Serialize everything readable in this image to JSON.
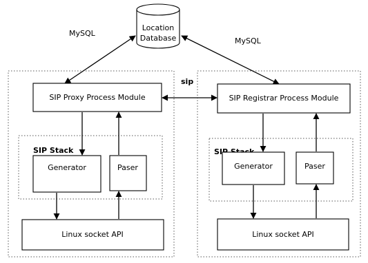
{
  "database": {
    "line1": "Location",
    "line2": "Database"
  },
  "edges": {
    "mysql_left": "MySQL",
    "mysql_right": "MySQL",
    "sip": "sip"
  },
  "left_node": {
    "module": "SIP Proxy Process Module",
    "stack_title": "SIP Stack",
    "generator": "Generator",
    "parser": "Paser",
    "socket": "Linux socket API"
  },
  "right_node": {
    "module": "SIP Registrar Process Module",
    "stack_title": "SIP Stack",
    "generator": "Generator",
    "parser": "Paser",
    "socket": "Linux socket API"
  }
}
